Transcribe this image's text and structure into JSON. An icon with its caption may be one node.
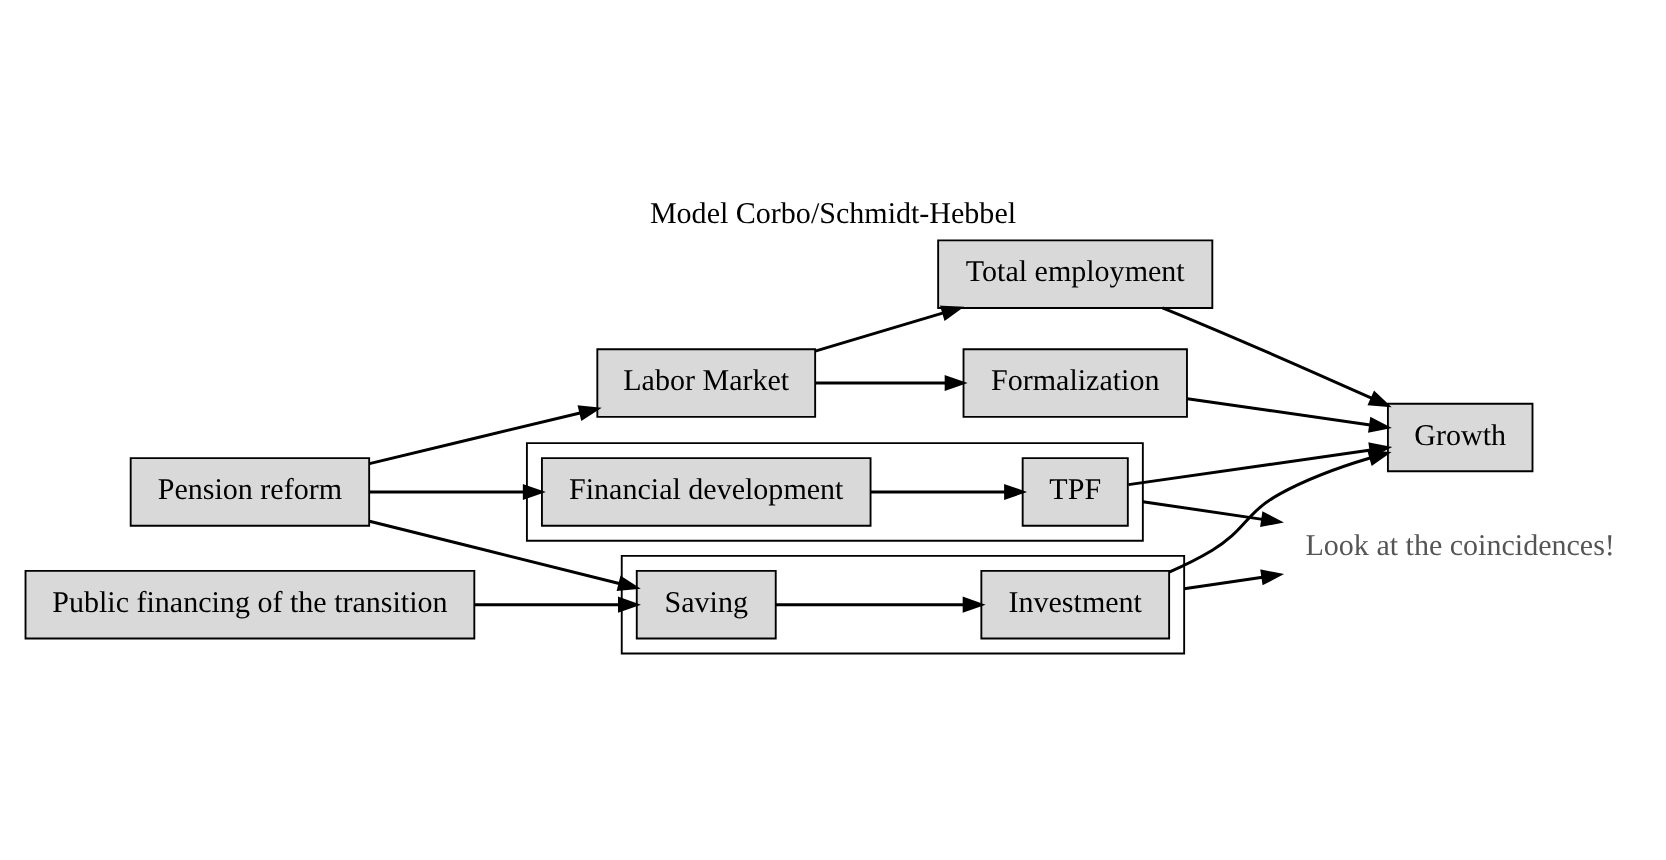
{
  "diagram": {
    "title": "Model Corbo/Schmidt-Hebbel",
    "nodes": [
      {
        "text": [
          "Pension reform"
        ]
      },
      {
        "text": [
          "Labor Market"
        ]
      },
      {
        "text": [
          "Formalization"
        ]
      },
      {
        "text": [
          "Total employment"
        ]
      },
      {
        "text": [
          "Growth"
        ]
      },
      {
        "text": [],
        "shape": "box"
      },
      {
        "text": [
          "Financial development"
        ],
        "in": 5
      },
      {
        "text": [
          "TPF"
        ],
        "in": 5
      },
      {
        "text": [
          "Look at the coincidences!"
        ]
      },
      {
        "text": [
          "Public financing of the transition"
        ]
      },
      {
        "text": [],
        "shape": "box"
      },
      {
        "text": [
          "Saving"
        ],
        "in": 10
      },
      {
        "text": [
          "Investment"
        ],
        "in": 10
      }
    ],
    "edges": [
      {
        "from": 0,
        "to": 1,
        "arrow": "to"
      },
      {
        "from": 1,
        "to": 2,
        "arrow": "to"
      },
      {
        "from": 1,
        "to": 3,
        "arrow": "to"
      },
      {
        "from": 2,
        "to": 4,
        "arrow": "to"
      },
      {
        "from": 3,
        "to": 4,
        "arrow": "to"
      },
      {
        "from": 0,
        "to": 6,
        "arrow": "to"
      },
      {
        "from": 6,
        "to": 7,
        "arrow": "to"
      },
      {
        "from": 7,
        "to": 4,
        "arrow": "to"
      },
      {
        "from": 0,
        "to": 11,
        "arrow": "to"
      },
      {
        "from": 9,
        "to": 11,
        "arrow": "to"
      },
      {
        "from": 11,
        "to": 12,
        "arrow": "to"
      },
      {
        "from": 12,
        "to": 4,
        "arrow": "to"
      },
      {
        "from": 5,
        "to": 8,
        "arrow": "to"
      },
      {
        "from": 10,
        "to": 8,
        "arrow": "to"
      }
    ]
  }
}
